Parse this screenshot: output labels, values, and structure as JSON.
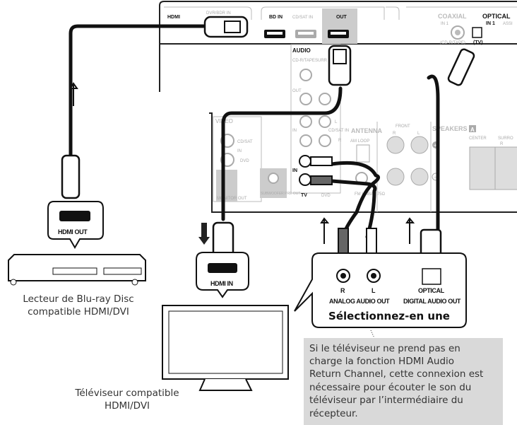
{
  "receiver": {
    "hdmi": {
      "section": "HDMI",
      "dvr": "DVR/BDR IN",
      "bd_in": "BD IN",
      "cdsat_in": "CD/SAT IN",
      "out": "OUT"
    },
    "digital": {
      "coaxial": "COAXIAL",
      "coaxial_in": "IN 1",
      "coaxial_sub": "(CD-R/TAPE)",
      "optical": "OPTICAL",
      "optical_in": "IN 1",
      "optical_sub": "(TV)",
      "assign": "ASSI"
    },
    "audio": {
      "section": "AUDIO",
      "cdr_tape": "CD-R/TAPE",
      "surr_pre": "SURR PRE",
      "out": "OUT",
      "in": "IN",
      "l": "L",
      "cdsat_in": "CD/SAT IN",
      "r": "R",
      "in2": "IN",
      "tv": "TV",
      "dvd": "DVD"
    },
    "video": {
      "section": "VIDEO",
      "cdsat": "CD/SAT",
      "in": "IN",
      "dvd": "DVD",
      "monitor_out": "MONITOR OUT",
      "subwoofer": "SUBWOOFER PRE OUT"
    },
    "antenna": {
      "section": "ANTENNA",
      "am_loop": "AM LOOP",
      "fm": "FM UNBAL 75Ω"
    },
    "speakers": {
      "section": "SPEAKERS",
      "badge": "A",
      "front": "FRONT",
      "front_r": "R",
      "front_l": "L",
      "center": "CENTER",
      "surround": "SURRO",
      "surround_r": "R",
      "plus": "+",
      "minus": "−"
    }
  },
  "bluray": {
    "port_label": "HDMI OUT",
    "caption_line1": "Lecteur de Blu-ray Disc",
    "caption_line2": "compatible HDMI/DVI"
  },
  "tv": {
    "port_label": "HDMI IN",
    "caption_line1": "Téléviseur compatible",
    "caption_line2": "HDMI/DVI"
  },
  "tv_audio": {
    "r": "R",
    "l": "L",
    "analog": "ANALOG AUDIO OUT",
    "optical": "OPTICAL",
    "digital": "DIGITAL AUDIO OUT",
    "choose": "Sélectionnez-en une"
  },
  "note": {
    "lines": [
      "Si le téléviseur ne prend pas en",
      "charge la fonction HDMI Audio",
      "Return Channel, cette connexion est",
      "nécessaire pour écouter le son du",
      "téléviseur par l’intermédiaire du",
      "récepteur."
    ]
  },
  "colors": {
    "note_bg": "#d9d9d9",
    "cable": "#111111",
    "panel_gray": "#bbbbbb"
  }
}
